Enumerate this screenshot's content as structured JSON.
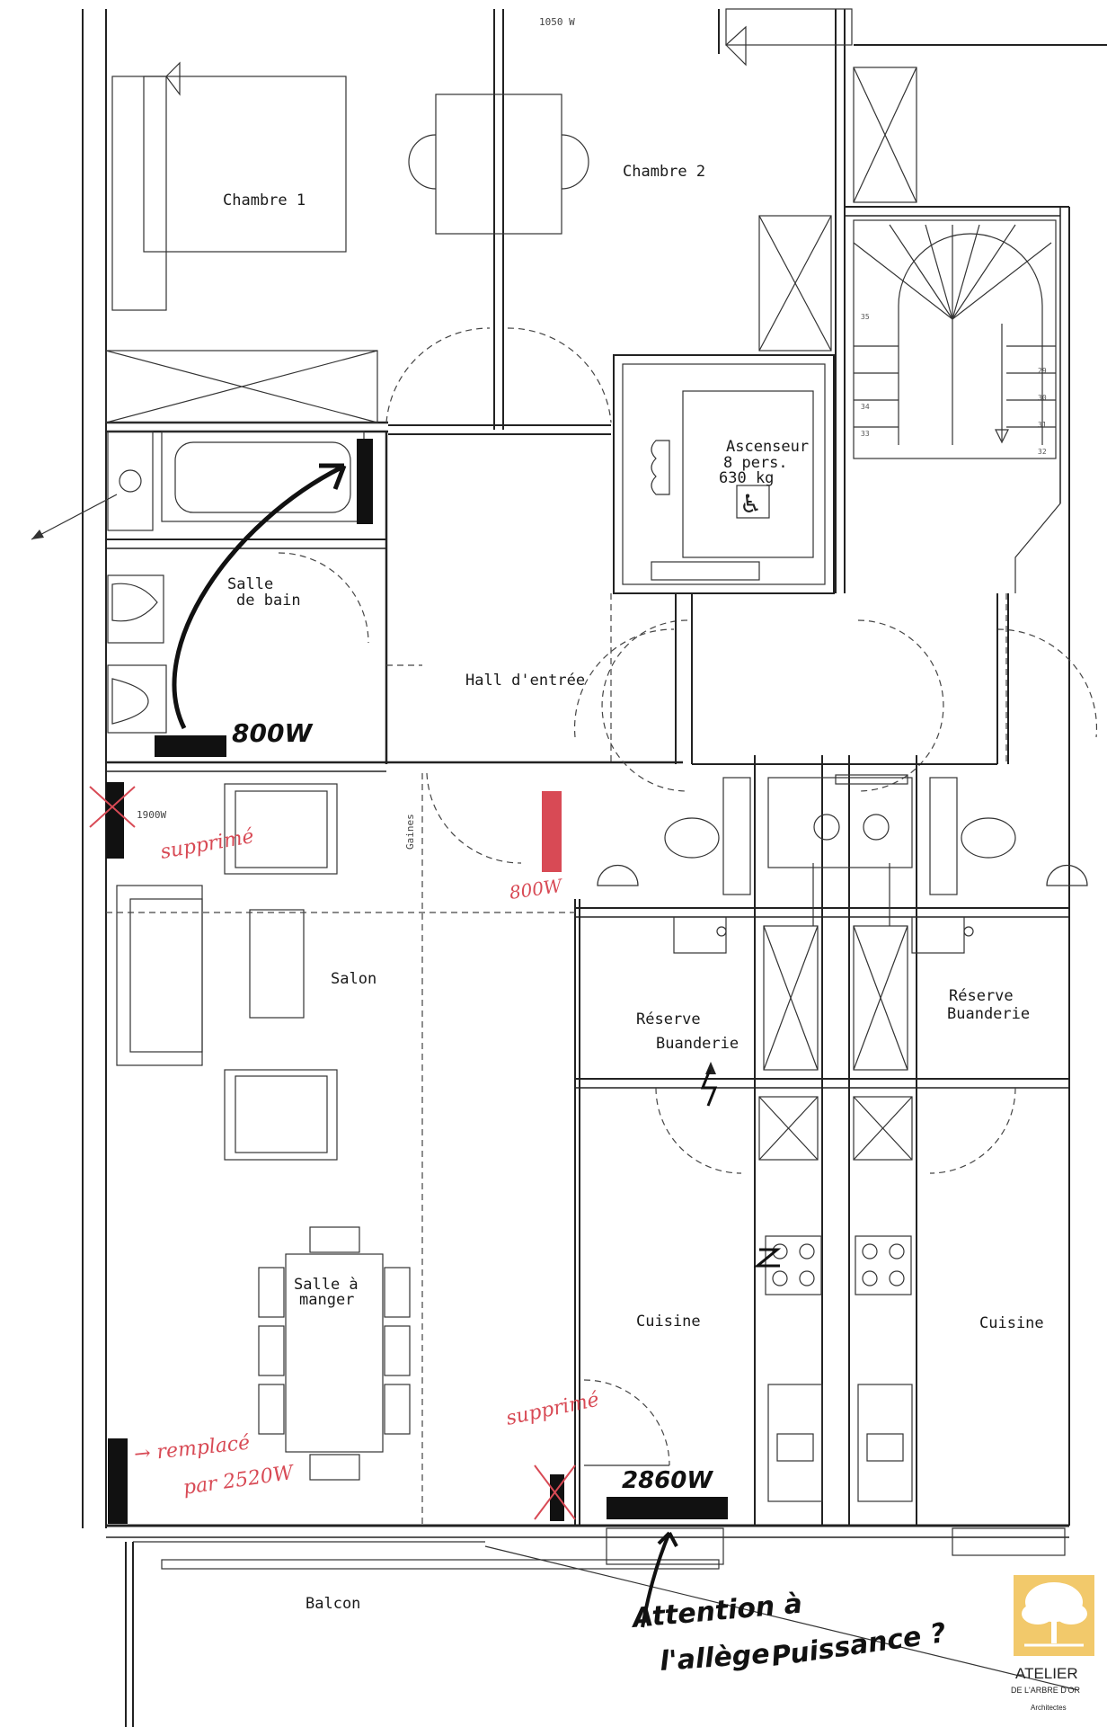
{
  "rooms": {
    "chambre1": "Chambre 1",
    "chambre2": "Chambre 2",
    "ascenseur": "Ascenseur",
    "ascenseur_cap1": "8 pers.",
    "ascenseur_cap2": "630 kg",
    "salle_bain1": "Salle",
    "salle_bain2": "de bain",
    "hall": "Hall d'entrée",
    "salon": "Salon",
    "reserve1_a": "Réserve",
    "reserve1_b": "Buanderie",
    "reserve2_a": "Réserve",
    "reserve2_b": "Buanderie",
    "salle_manger1": "Salle à",
    "salle_manger2": "manger",
    "cuisine1": "Cuisine",
    "cuisine2": "Cuisine",
    "balcon": "Balcon"
  },
  "printed_labels": {
    "top_power": "1050 W",
    "radiator_salon": "1900W",
    "gaines": "Gaines",
    "stair_steps": [
      "35",
      "34",
      "33",
      "29",
      "30",
      "31",
      "32"
    ]
  },
  "annotations": {
    "bath_radiator": "800W",
    "hall_radiator": "800W",
    "salon_removed": "supprimé",
    "dining_replaced_1": "→ remplacé",
    "dining_replaced_2": "par 2520W",
    "cuisine_removed": "supprimé",
    "cuisine_radiator": "2860W",
    "note_line1": "Attention à",
    "note_line2": "l'allège",
    "note_line3": "Puissance ?"
  },
  "logo": {
    "name": "ATELIER",
    "subtitle": "DE L'ARBRE D'OR",
    "tagline": "Architectes",
    "color": "#f2c96b"
  },
  "colors": {
    "line": "#222222",
    "red_marker": "#d84a55",
    "black_marker": "#111111"
  }
}
